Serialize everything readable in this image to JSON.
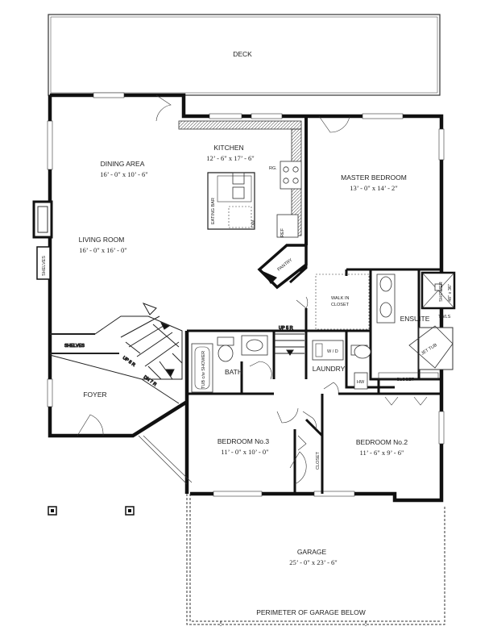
{
  "rooms": {
    "deck": {
      "name": "DECK"
    },
    "dining": {
      "name": "DINING AREA",
      "size": "16’ - 0\" x 10’ - 6\""
    },
    "kitchen": {
      "name": "KITCHEN",
      "size": "12’ - 6\" x 17’ - 6\""
    },
    "master": {
      "name": "MASTER BEDROOM",
      "size": "13’ - 0\" x 14’ - 2\""
    },
    "living": {
      "name": "LIVING ROOM",
      "size": "16’ - 0\" x 16’ - 0\""
    },
    "foyer": {
      "name": "FOYER"
    },
    "bath": {
      "name": "BATH"
    },
    "laundry": {
      "name": "LAUNDRY"
    },
    "ensuite": {
      "name": "ENSUITE"
    },
    "bedroom3": {
      "name": "BEDROOM No.3",
      "size": "11’ - 0\" x 10’ - 0\""
    },
    "bedroom2": {
      "name": "BEDROOM No.2",
      "size": "11’ - 6\" x 9’ - 6\""
    },
    "garage": {
      "name": "GARAGE",
      "size": "25’ - 0\" x 23’ - 6\""
    }
  },
  "fixtures": {
    "rg": "RG.",
    "eating_bar": "EATING BAR",
    "dw": "DW",
    "ref": "REF",
    "pantry": "PANTRY",
    "shelves_side": "SHELVES",
    "shelves": "SHELVES",
    "walk_in_line1": "WALK IN",
    "walk_in_line2": "CLOSET",
    "shower": "SHOWER",
    "shower_size": "48\" x 36\"",
    "twls": "TWLS",
    "jet_tub": "JET TUB",
    "tub_shower": "TUB c/w SHOWER",
    "wd": "W / D",
    "closet_ensuite": "CLOSET",
    "closet_bed3": "CLOSET",
    "up_5r_top": "UP 5 R",
    "up_5r_stair": "UP 5 R",
    "dn_7r": "DN 7 R",
    "hw": "HW"
  },
  "notes": {
    "perimeter": "PERIMETER OF GARAGE BELOW"
  }
}
